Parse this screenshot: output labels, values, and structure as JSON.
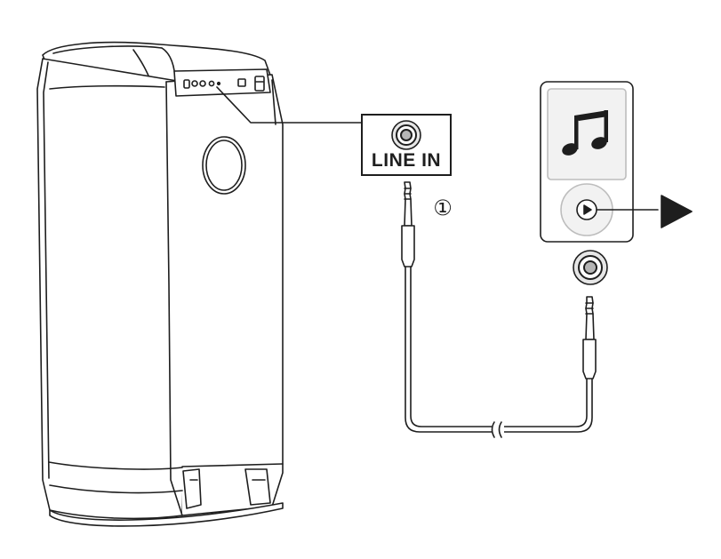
{
  "diagram": {
    "port_label": "LINE IN",
    "step_number": "①",
    "icons": [
      "speaker",
      "line-in-jack",
      "audio-cable",
      "media-player",
      "music-note",
      "play-button",
      "play-arrow"
    ],
    "line_color": "#1e1e1e",
    "fill_color": "#ffffff",
    "screen_fill": "#f2f2f2"
  }
}
